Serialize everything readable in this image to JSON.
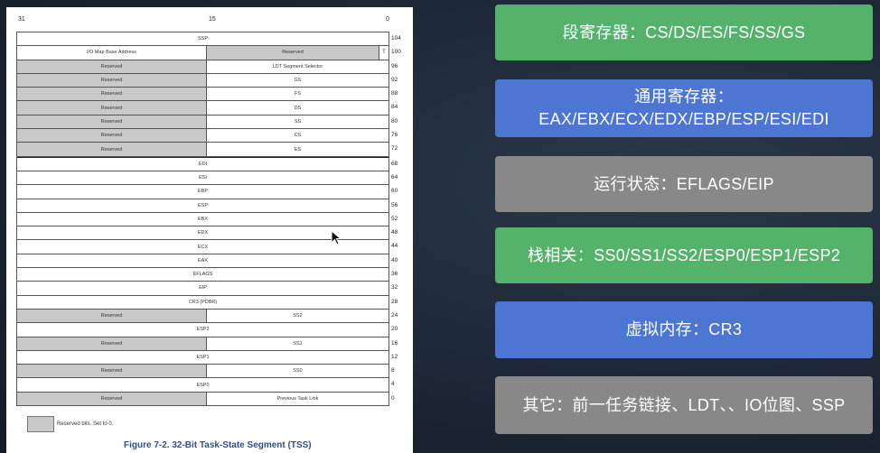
{
  "bit_labels": {
    "high": "31",
    "mid": "15",
    "low": "0"
  },
  "tss_rows": [
    {
      "type": "full",
      "label": "SSP",
      "offset": "104"
    },
    {
      "type": "iomap",
      "left": "I/O Map Base Address",
      "right": "Reserved",
      "t": "T",
      "offset": "100"
    },
    {
      "type": "split",
      "left": "Reserved",
      "right": "LDT Segment Selector",
      "offset": "96"
    },
    {
      "type": "split",
      "left": "Reserved",
      "right": "GS",
      "offset": "92"
    },
    {
      "type": "split",
      "left": "Reserved",
      "right": "FS",
      "offset": "88"
    },
    {
      "type": "split",
      "left": "Reserved",
      "right": "DS",
      "offset": "84"
    },
    {
      "type": "split",
      "left": "Reserved",
      "right": "SS",
      "offset": "80"
    },
    {
      "type": "split",
      "left": "Reserved",
      "right": "CS",
      "offset": "76"
    },
    {
      "type": "split",
      "left": "Reserved",
      "right": "ES",
      "offset": "72"
    },
    {
      "type": "full",
      "label": "EDI",
      "offset": "68"
    },
    {
      "type": "full",
      "label": "ESI",
      "offset": "64"
    },
    {
      "type": "full",
      "label": "EBP",
      "offset": "60"
    },
    {
      "type": "full",
      "label": "ESP",
      "offset": "56"
    },
    {
      "type": "full",
      "label": "EBX",
      "offset": "52"
    },
    {
      "type": "full",
      "label": "EDX",
      "offset": "48"
    },
    {
      "type": "full",
      "label": "ECX",
      "offset": "44"
    },
    {
      "type": "full",
      "label": "EAX",
      "offset": "40"
    },
    {
      "type": "full",
      "label": "EFLAGS",
      "offset": "36"
    },
    {
      "type": "full",
      "label": "EIP",
      "offset": "32"
    },
    {
      "type": "full",
      "label": "CR3 (PDBR)",
      "offset": "28"
    },
    {
      "type": "split",
      "left": "Reserved",
      "right": "SS2",
      "offset": "24"
    },
    {
      "type": "full",
      "label": "ESP2",
      "offset": "20"
    },
    {
      "type": "split",
      "left": "Reserved",
      "right": "SS1",
      "offset": "16"
    },
    {
      "type": "full",
      "label": "ESP1",
      "offset": "12"
    },
    {
      "type": "split",
      "left": "Reserved",
      "right": "SS0",
      "offset": "8"
    },
    {
      "type": "full",
      "label": "ESP0",
      "offset": "4"
    },
    {
      "type": "split",
      "left": "Reserved",
      "right": "Previous Task Link",
      "offset": "0"
    }
  ],
  "legend": "Reserved bits. Set to 0.",
  "figure_caption": "Figure 7-2.  32-Bit Task-State Segment (TSS)",
  "cards": [
    {
      "text": "段寄存器：CS/DS/ES/FS/SS/GS",
      "color": "#55b26a"
    },
    {
      "text": "通用寄存器：EAX/EBX/ECX/EDX/EBP/ESP/ESI/EDI",
      "color": "#4c76d1"
    },
    {
      "text": "运行状态：EFLAGS/EIP",
      "color": "#888888"
    },
    {
      "text": "栈相关：SS0/SS1/SS2/ESP0/ESP1/ESP2",
      "color": "#55b26a"
    },
    {
      "text": "虚拟内存：CR3",
      "color": "#4c76d1"
    },
    {
      "text": "其它：前一任务链接、LDT、、IO位图、SSP",
      "color": "#888888"
    }
  ]
}
